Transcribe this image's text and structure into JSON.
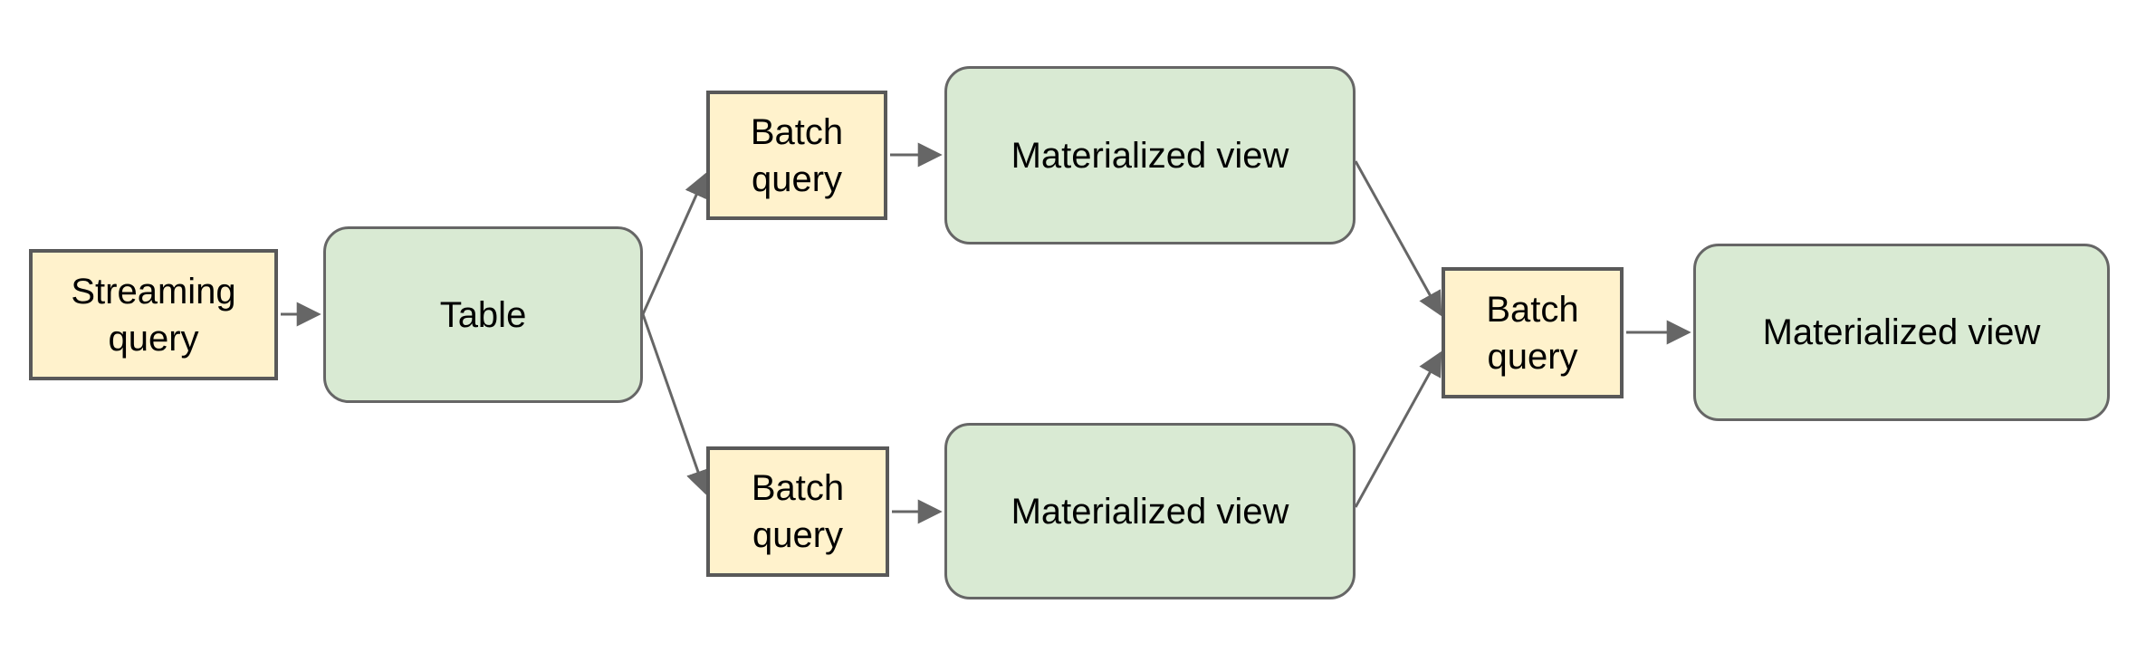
{
  "nodes": {
    "streaming_query": {
      "label": "Streaming\nquery",
      "type": "query"
    },
    "table": {
      "label": "Table",
      "type": "table"
    },
    "batch_query_top": {
      "label": "Batch\nquery",
      "type": "query"
    },
    "materialized_view_top": {
      "label": "Materialized view",
      "type": "view"
    },
    "batch_query_bottom": {
      "label": "Batch\nquery",
      "type": "query"
    },
    "materialized_view_bottom": {
      "label": "Materialized view",
      "type": "view"
    },
    "batch_query_right": {
      "label": "Batch\nquery",
      "type": "query"
    },
    "materialized_view_right": {
      "label": "Materialized view",
      "type": "view"
    }
  },
  "edges": [
    {
      "from": "streaming_query",
      "to": "table"
    },
    {
      "from": "table",
      "to": "batch_query_top"
    },
    {
      "from": "table",
      "to": "batch_query_bottom"
    },
    {
      "from": "batch_query_top",
      "to": "materialized_view_top"
    },
    {
      "from": "batch_query_bottom",
      "to": "materialized_view_bottom"
    },
    {
      "from": "materialized_view_top",
      "to": "batch_query_right"
    },
    {
      "from": "materialized_view_bottom",
      "to": "batch_query_right"
    },
    {
      "from": "batch_query_right",
      "to": "materialized_view_right"
    }
  ],
  "colors": {
    "query_fill": "#FFF2CC",
    "query_border": "#595959",
    "table_view_fill": "#D9EAD3",
    "table_view_border": "#666666",
    "arrow": "#666666",
    "text": "#000000",
    "background": "#FFFFFF"
  }
}
